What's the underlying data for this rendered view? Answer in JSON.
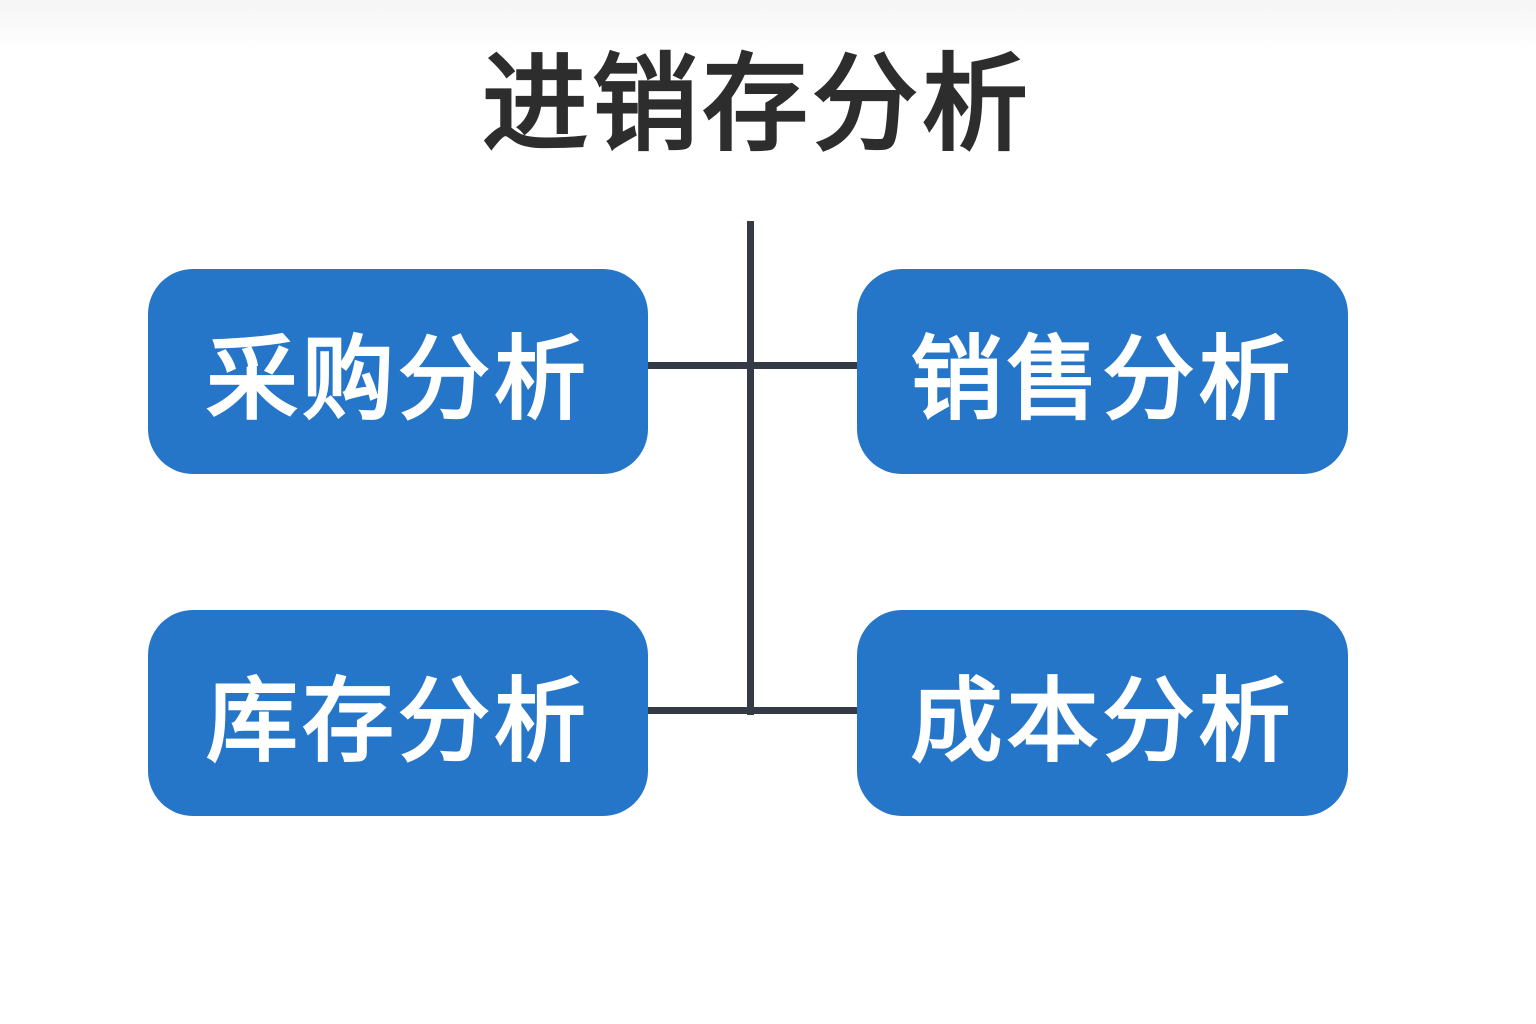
{
  "diagram": {
    "title": "进销存分析",
    "nodes": [
      {
        "id": "purchase",
        "label": "采购分析",
        "position": "top-left"
      },
      {
        "id": "sales",
        "label": "销售分析",
        "position": "top-right"
      },
      {
        "id": "inventory",
        "label": "库存分析",
        "position": "bottom-left"
      },
      {
        "id": "cost",
        "label": "成本分析",
        "position": "bottom-right"
      }
    ],
    "connectors": {
      "description": "vertical trunk line below title with two horizontal branch lines linking left and right node rows"
    },
    "colors": {
      "node_fill": "#2575c8",
      "node_text": "#ffffff",
      "connector_line": "#343a46",
      "title_text": "#2d2d2d",
      "background": "#ffffff"
    }
  }
}
